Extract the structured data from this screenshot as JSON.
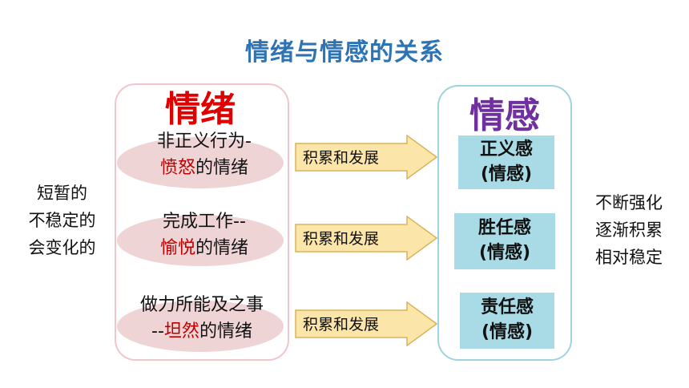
{
  "title": "情绪与情感的关系",
  "left_side": [
    "短暂的",
    "不稳定的",
    "会变化的"
  ],
  "right_side": [
    "不断强化",
    "逐渐积累",
    "相对稳定"
  ],
  "left_header": "情绪",
  "right_header": "情感",
  "emotions": [
    {
      "line1": "非正义行为-",
      "highlight": "愤怒",
      "rest": "的情绪"
    },
    {
      "line1": "完成工作--",
      "highlight": "愉悦",
      "rest": "的情绪"
    },
    {
      "line1": "做力所能及之事",
      "prefix": "--",
      "highlight": "坦然",
      "rest": "的情绪"
    }
  ],
  "arrow_label": "积累和发展",
  "feelings": [
    {
      "name": "正义感",
      "sub": "(情感)"
    },
    {
      "name": "胜任感",
      "sub": "(情感)"
    },
    {
      "name": "责任感",
      "sub": "(情感)"
    }
  ],
  "colors": {
    "title": "#2e74b5",
    "emotion_header": "#e00000",
    "feeling_header": "#7030a0",
    "highlight": "#c00000",
    "arrow_fill": "#fbe5a8",
    "feeling_box": "#a9dbe6",
    "ellipse": "#efd4d6"
  }
}
